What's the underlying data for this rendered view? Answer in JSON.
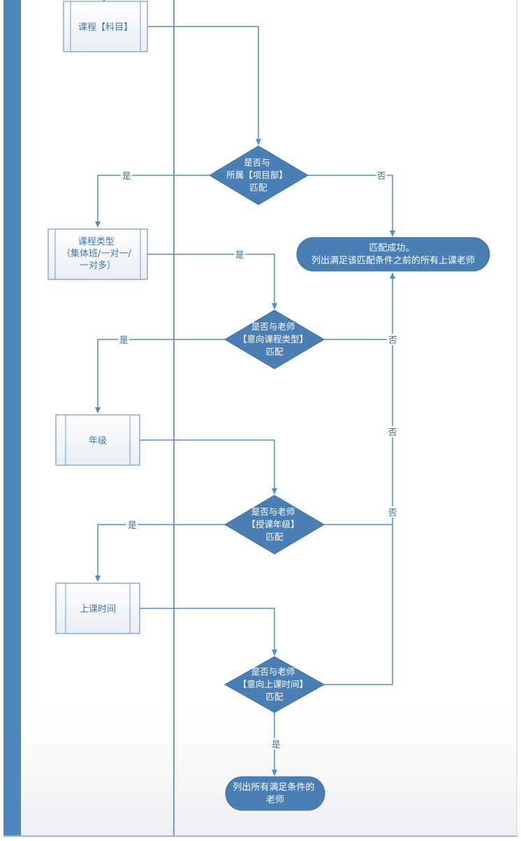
{
  "processes": {
    "subject": [
      "课程【科目】"
    ],
    "course_type": [
      "课程类型",
      "（集体班/一对一/",
      "一对多）"
    ],
    "grade": [
      "年级"
    ],
    "class_time": [
      "上课时间"
    ]
  },
  "decisions": {
    "d1": [
      "是否与",
      "所属【项目部】",
      "匹配"
    ],
    "d2": [
      "是否与老师",
      "【意向课程类型】",
      "匹配"
    ],
    "d3": [
      "是否与老师",
      "【授课年级】",
      "匹配"
    ],
    "d4": [
      "是否与老师",
      "【意向上课时间】",
      "匹配"
    ]
  },
  "terminals": {
    "success": [
      "匹配成功。",
      "列出满足该匹配条件之前的所有上课老师"
    ],
    "final": [
      "列出所有满足条件的",
      "老师"
    ]
  },
  "labels": {
    "yes": "是",
    "no": "否"
  },
  "colors": {
    "lane_bar": "#4f88bf",
    "line": "#4a8fd4",
    "shape_fill": "#4a7fb6",
    "shape_stroke": "#3a6fa6",
    "process_stroke": "#6a9ccd"
  }
}
